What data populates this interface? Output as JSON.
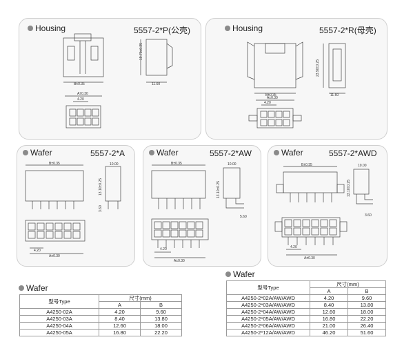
{
  "panels": {
    "housing_p": {
      "title": "Housing",
      "code": "5557-2*P(公壳)",
      "dims": {
        "b": "B±0.35",
        "h": "19.70±0.25",
        "d": "11.60",
        "a": "A±0.30",
        "p": "4.20"
      }
    },
    "housing_r": {
      "title": "Housing",
      "code": "5557-2*R(母壳)",
      "dims": {
        "b": "B±0.35",
        "h": "23.90±0.25",
        "d": "11.60",
        "a": "A±0.30",
        "p": "4.20"
      }
    },
    "wafer_a": {
      "title": "Wafer",
      "code": "5557-2*A",
      "dims": {
        "b": "B±0.35",
        "h": "13.10±0.25",
        "d": "10.00",
        "l": "3.60",
        "p": "4.20",
        "a": "A±0.30"
      }
    },
    "wafer_aw": {
      "title": "Wafer",
      "code": "5557-2*AW",
      "dims": {
        "b": "B±0.35",
        "h": "13.10±0.25",
        "d": "10.00",
        "l": "5.60",
        "p": "4.20",
        "a": "A±0.30"
      }
    },
    "wafer_awd": {
      "title": "Wafer",
      "code": "5557-2*AWD",
      "dims": {
        "b": "B±0.35",
        "h": "13.10±0.25",
        "d": "10.00",
        "l": "3.60",
        "p": "4.20",
        "a": "A±0.30"
      }
    }
  },
  "table_left": {
    "title": "Wafer",
    "col_type": "型号Type",
    "col_size": "尺寸(mm)",
    "col_a": "A",
    "col_b": "B",
    "rows": [
      {
        "type": "A4250-02A",
        "a": "4.20",
        "b": "9.60"
      },
      {
        "type": "A4250-03A",
        "a": "8.40",
        "b": "13.80"
      },
      {
        "type": "A4250-04A",
        "a": "12.60",
        "b": "18.00"
      },
      {
        "type": "A4250-05A",
        "a": "16.80",
        "b": "22.20"
      }
    ]
  },
  "table_right": {
    "title": "Wafer",
    "col_type": "型号Type",
    "col_size": "尺寸(mm)",
    "col_a": "A",
    "col_b": "B",
    "rows": [
      {
        "type": "A4250-2*02A/AW/AWD",
        "a": "4.20",
        "b": "9.60"
      },
      {
        "type": "A4250-2*03A/AW/AWD",
        "a": "8.40",
        "b": "13.80"
      },
      {
        "type": "A4250-2*04A/AW/AWD",
        "a": "12.60",
        "b": "18.00"
      },
      {
        "type": "A4250-2*05A/AW/AWD",
        "a": "16.80",
        "b": "22.20"
      },
      {
        "type": "A4250-2*06A/AW/AWD",
        "a": "21.00",
        "b": "26.40"
      },
      {
        "type": "A4250-2*12A/AW/AWD",
        "a": "46.20",
        "b": "51.60"
      }
    ]
  }
}
